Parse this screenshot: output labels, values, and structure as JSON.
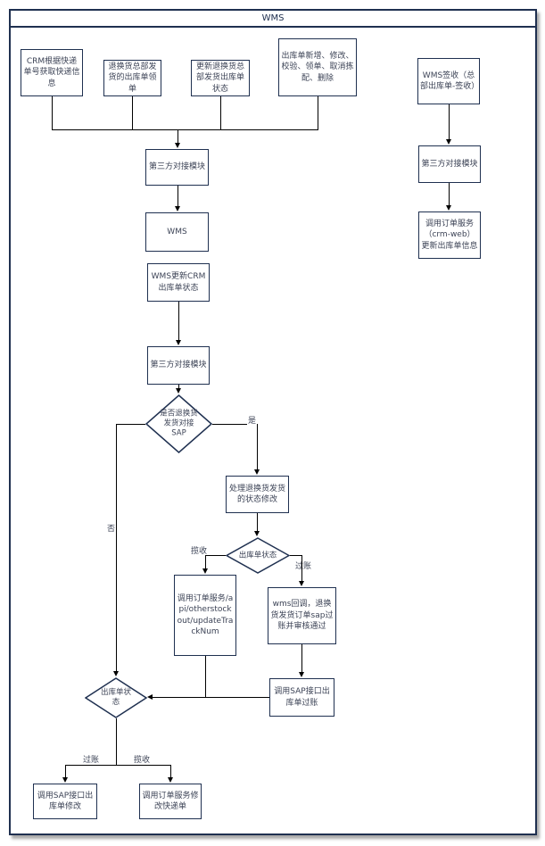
{
  "title": "WMS",
  "nodes": {
    "crm_express_info": "CRM根据快递单号获取快递信息",
    "return_hq_outbound_claim": "退换货总部发货的出库单领单",
    "update_return_outbound_status": "更新退换货总部发货出库单状态",
    "outbound_operations": "出库单新增、修改、校验、领单、取消拣配、删除",
    "wms_sign_receipt": "WMS签收（总部出库单-签收）",
    "third_party_module_1": "第三方对接模块",
    "wms_system": "WMS",
    "wms_update_crm_status": "WMS更新CRM出库单状态",
    "third_party_module_2": "第三方对接模块",
    "decision_return_sap": "是否退换货发货对接SAP",
    "handle_return_status_change": "处理退换货发货的状态修改",
    "decision_outbound_status_mid": "出库单状态",
    "call_order_service_api": "调用订单服务/api/otherstockout/updateTrackNum",
    "wms_callback_sap_post": "wms回调，退换货发货订单sap过账并审核通过",
    "call_sap_outbound_post": "调用SAP接口出库单过账",
    "decision_outbound_status_bottom": "出库单状态",
    "call_sap_outbound_modify": "调用SAP接口出库单修改",
    "call_order_service_modify_express": "调用订单服务修改快递单",
    "third_party_module_right": "第三方对接模块",
    "call_order_service_crmweb": "调用订单服务（crm-web）更新出库单信息"
  },
  "edge_labels": {
    "yes": "是",
    "no": "否",
    "pickup_mid": "揽收",
    "post_mid": "过账",
    "post_bottom": "过账",
    "pickup_bottom": "揽收"
  },
  "colors": {
    "node_border": "#1f3050",
    "connector": "#000000",
    "text": "#3c4356",
    "shadow": "#aaaaaa"
  }
}
